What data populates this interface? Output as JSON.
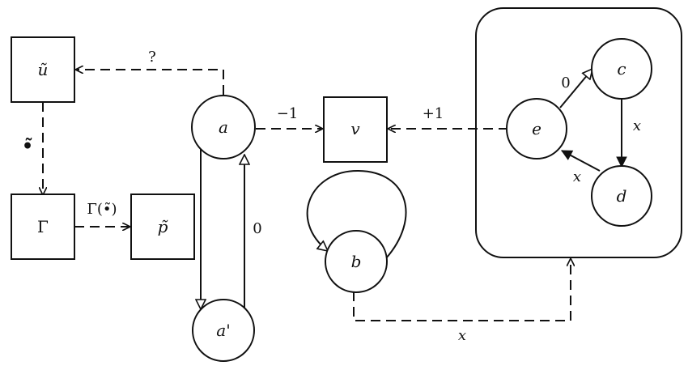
{
  "nodes": {
    "u_tilde": "ũ",
    "gamma": "Γ",
    "p_tilde": "p̃",
    "a": "a",
    "a_prime": "a'",
    "v": "v",
    "b": "b",
    "e": "e",
    "c": "c",
    "d": "d"
  },
  "edge_labels": {
    "a_to_u": "?",
    "u_to_gamma": "•̃",
    "gamma_to_p": "Γ(•̃)",
    "a_to_v": "−1",
    "e_to_v": "+1",
    "a_prime_to_a": "0",
    "e_to_c": "0",
    "c_to_d": "x",
    "d_to_e": "x",
    "b_to_group": "x"
  },
  "colors": {
    "ink": "#111111",
    "background": "#ffffff"
  }
}
